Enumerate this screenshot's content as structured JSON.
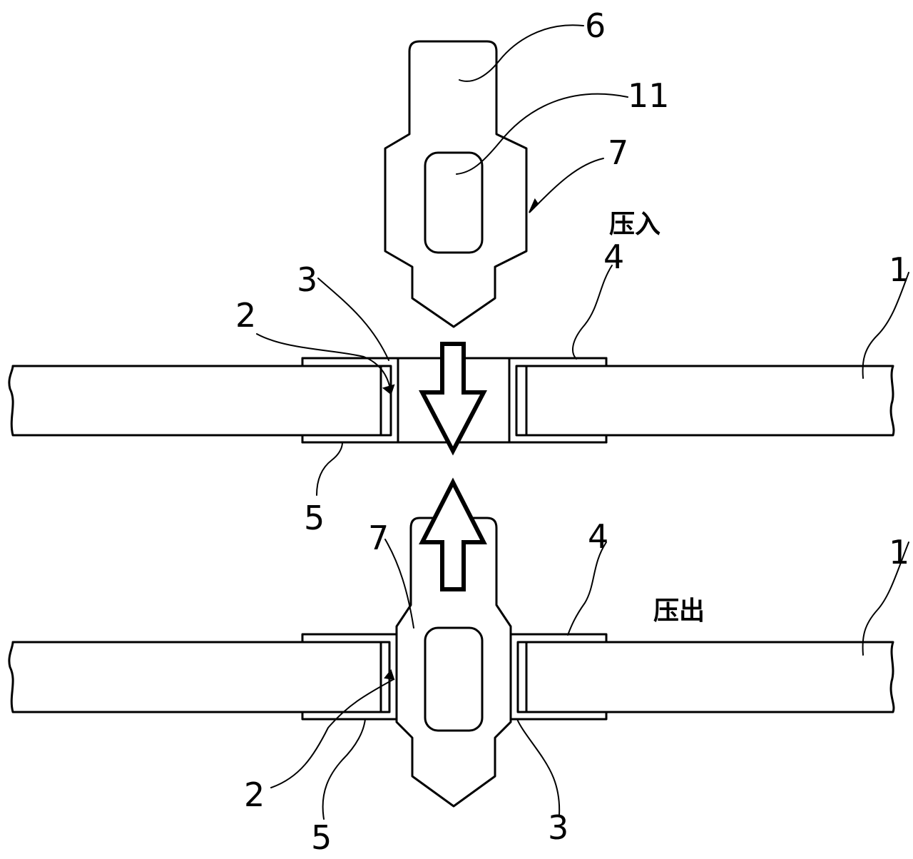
{
  "labels": {
    "pin": "6",
    "window": "11",
    "press_zone_top": "7",
    "press_zone_bottom": "7",
    "plate_top": "1",
    "plate_bottom": "1",
    "hole_top": "2",
    "hole_bottom": "2",
    "sleeve_top": "3",
    "sleeve_bottom": "3",
    "flange_upper_top": "4",
    "flange_upper_bottom": "4",
    "flange_lower_top": "5",
    "flange_lower_bottom": "5"
  },
  "captions": {
    "press_in": "压入",
    "press_out": "压出"
  }
}
